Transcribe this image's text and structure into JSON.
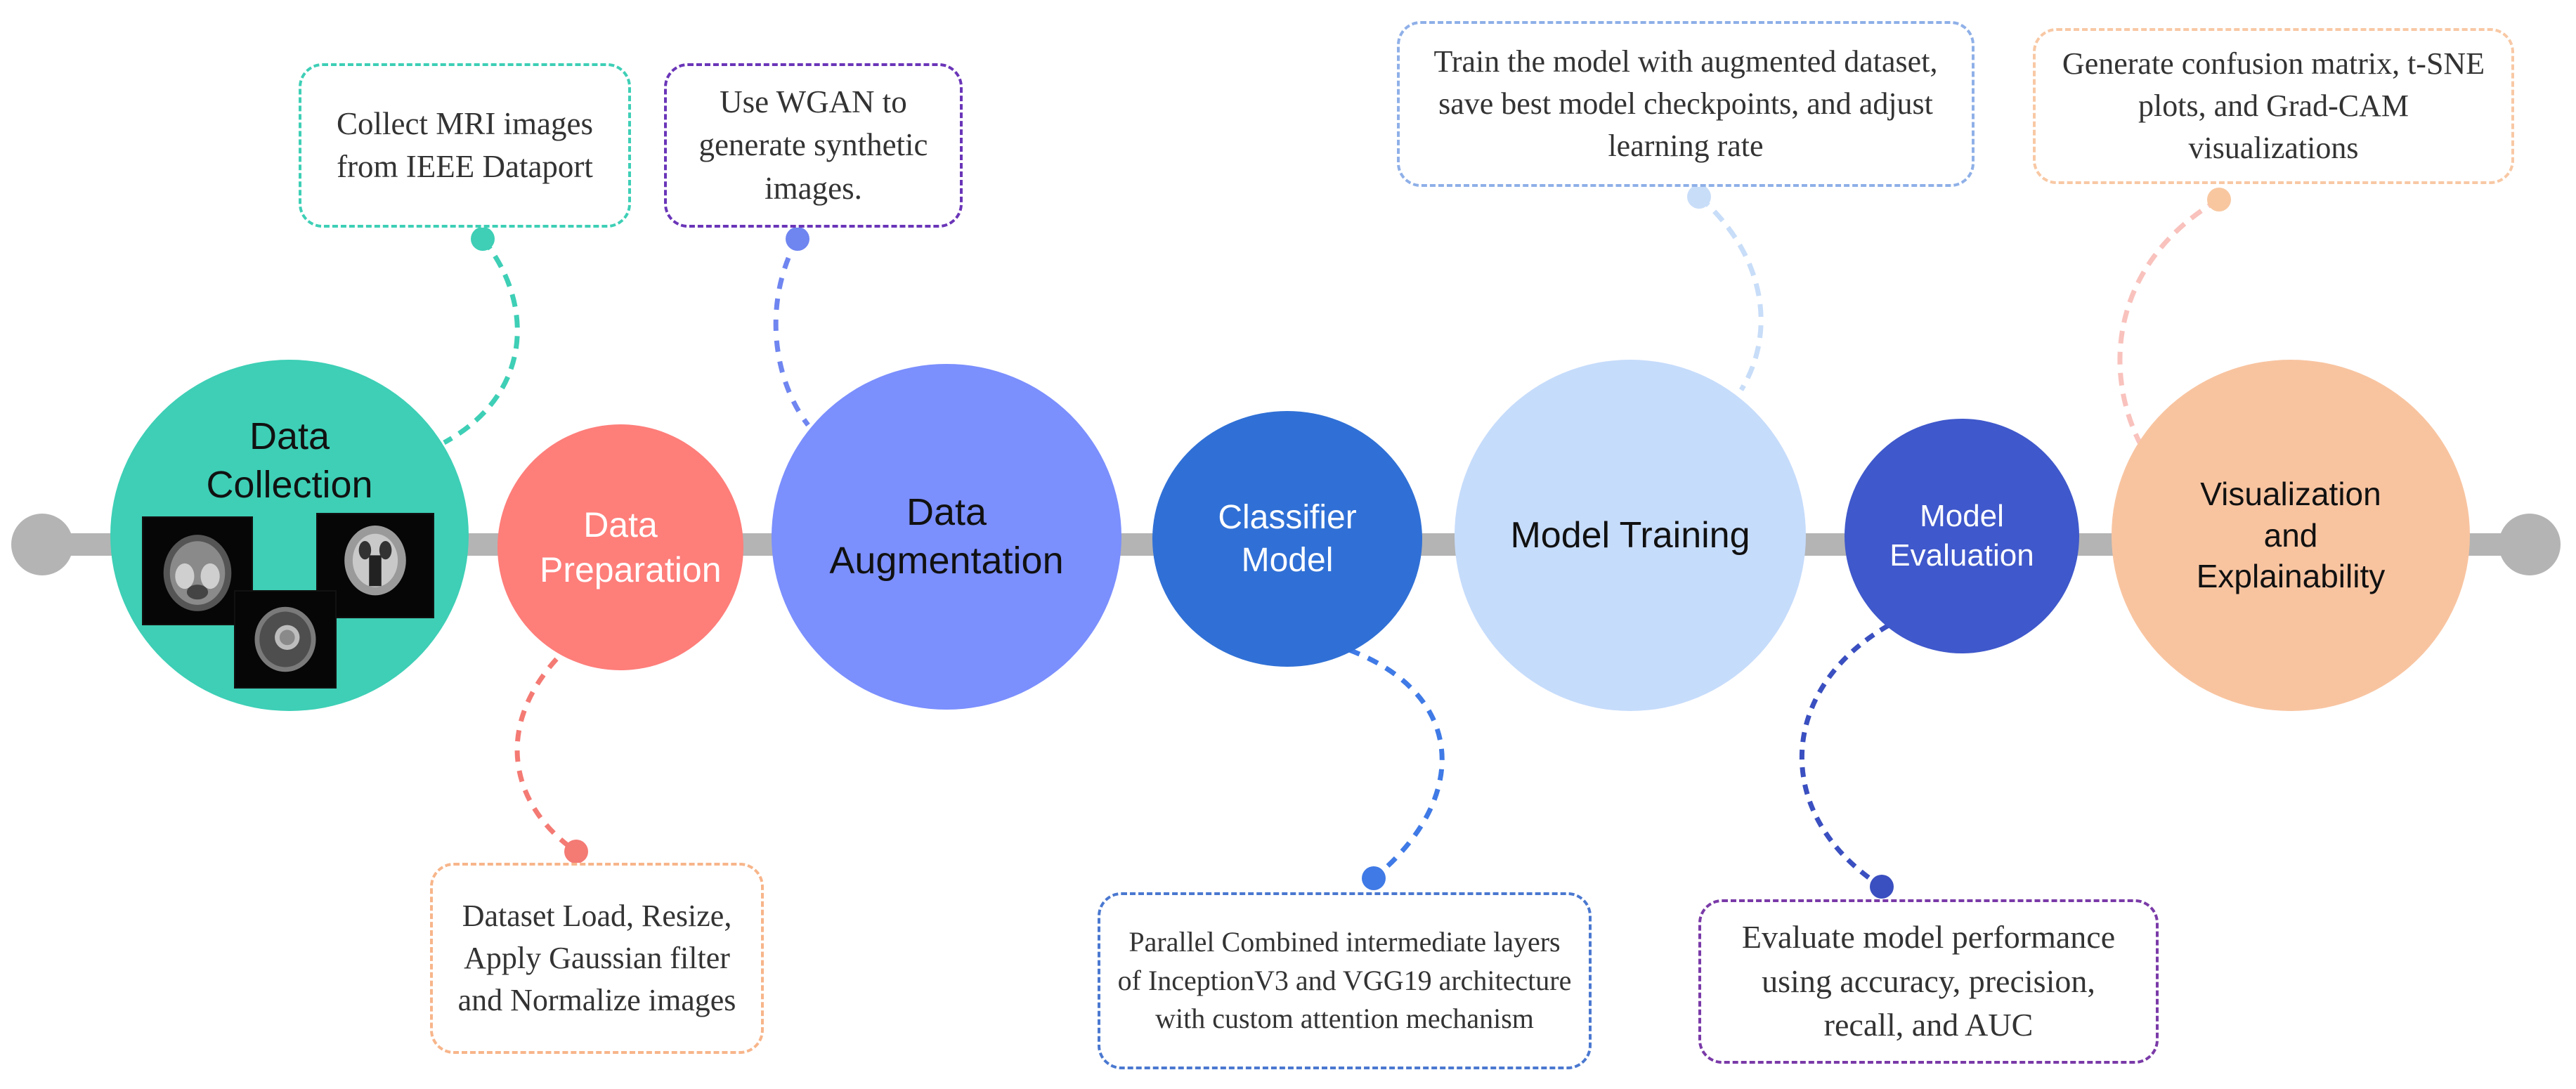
{
  "stages": [
    {
      "id": "data-collection",
      "label": "Data Collection",
      "color": "#3ecfb6",
      "text_color": "#111111"
    },
    {
      "id": "data-preparation",
      "label": "Data Preparation",
      "color": "#fe7e7a",
      "text_color": "#ffffff"
    },
    {
      "id": "data-augmentation",
      "label": "Data Augmentation",
      "color": "#7b8ffd",
      "text_color": "#111111"
    },
    {
      "id": "classifier-model",
      "label": "Classifier Model",
      "color": "#3070d6",
      "text_color": "#ffffff"
    },
    {
      "id": "model-training",
      "label": "Model Training",
      "color": "#c6dcfb",
      "text_color": "#111111"
    },
    {
      "id": "model-evaluation",
      "label": "Model Evaluation",
      "color": "#3f58cb",
      "text_color": "#ffffff"
    },
    {
      "id": "visualization",
      "label": "Visualization and Explainability",
      "color": "#f8c4a0",
      "text_color": "#111111"
    }
  ],
  "notes": {
    "collect": {
      "text": "Collect MRI images from IEEE Dataport",
      "border_color": "#3ecfb6"
    },
    "wgan": {
      "text": "Use WGAN to generate synthetic images.",
      "border_color": "#6a35b8"
    },
    "train": {
      "text": "Train the model with augmented dataset, save best model checkpoints, and adjust learning rate",
      "border_color": "#8fb0e8"
    },
    "visual": {
      "text": "Generate confusion matrix, t-SNE plots, and Grad-CAM visualizations",
      "border_color": "#f8c8a4"
    },
    "prep": {
      "text": "Dataset Load, Resize, Apply Gaussian filter and Normalize images",
      "border_color": "#f7b58a"
    },
    "classifier": {
      "text": "Parallel Combined intermediate layers of InceptionV3 and VGG19 architecture with custom attention mechanism",
      "border_color": "#4a78d0"
    },
    "evaluate": {
      "text": "Evaluate model performance using accuracy, precision, recall, and AUC",
      "border_color": "#7a3aa8"
    }
  },
  "timeline_color": "#b4b4b4",
  "connector_colors": {
    "collect": "#3ecfb6",
    "wgan": "#6f85f0",
    "train": "#c8ddf8",
    "visual": "#f9c2bd",
    "prep": "#f47a74",
    "classifier": "#3f7ae6",
    "evaluate": "#3a4fc0"
  }
}
